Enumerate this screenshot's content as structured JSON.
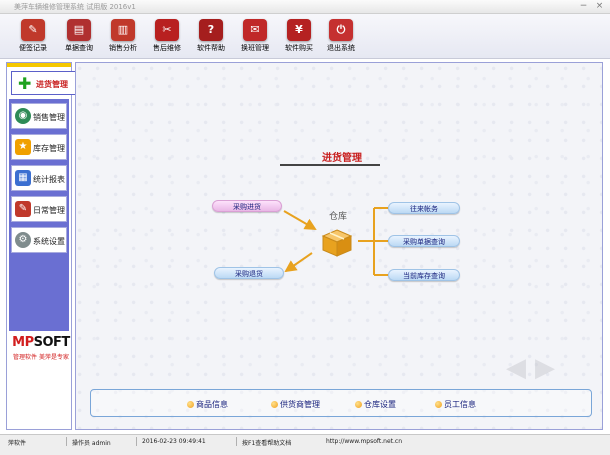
{
  "window": {
    "title": "美萍车辆维修管理系统 试用版 2016v1",
    "controls": {
      "minimize": "−",
      "close": "×"
    }
  },
  "toolbar": {
    "buttons": [
      {
        "label": "便签记录",
        "icon": "note-icon",
        "glyph": "✎",
        "color": "#c0392b"
      },
      {
        "label": "单据查询",
        "icon": "document-search-icon",
        "glyph": "▤",
        "color": "#b03030"
      },
      {
        "label": "销售分析",
        "icon": "bar-chart-icon",
        "glyph": "▥",
        "color": "#c0392b"
      },
      {
        "label": "售后维修",
        "icon": "wrench-icon",
        "glyph": "✂",
        "color": "#b82020"
      },
      {
        "label": "软件帮助",
        "icon": "help-icon",
        "glyph": "?",
        "color": "#a51e1e"
      },
      {
        "label": "换班管理",
        "icon": "shift-icon",
        "glyph": "✉",
        "color": "#c02828"
      },
      {
        "label": "软件购买",
        "icon": "yen-icon",
        "glyph": "¥",
        "color": "#b52222"
      },
      {
        "label": "退出系统",
        "icon": "exit-icon",
        "glyph": "⏻",
        "color": "#c53030"
      }
    ]
  },
  "sidebar": {
    "active": {
      "label": "进货管理",
      "icon": "plus-icon",
      "glyph": "✚"
    },
    "items": [
      {
        "label": "销售管理",
        "icon": "globe-icon",
        "glyph": "◉",
        "color": "#2e8b57"
      },
      {
        "label": "库存管理",
        "icon": "star-icon",
        "glyph": "★",
        "color": "#f0a000"
      },
      {
        "label": "统计报表",
        "icon": "report-icon",
        "glyph": "▦",
        "color": "#3b6fd1"
      },
      {
        "label": "日常管理",
        "icon": "tools-icon",
        "glyph": "✎",
        "color": "#c0392b"
      },
      {
        "label": "系统设置",
        "icon": "gear-icon",
        "glyph": "⚙",
        "color": "#7f8c8d"
      }
    ],
    "brand": {
      "logo_main": "MP",
      "logo_rest": "SOFT",
      "slogan": "管理软件 美萍是专家"
    }
  },
  "main": {
    "section_title": "进货管理",
    "diagram": {
      "center_label": "仓库",
      "left_actions": [
        "采购进货",
        "采购退货"
      ],
      "right_actions": [
        "往来帐务",
        "采购单据查询",
        "当前库存查询"
      ]
    },
    "bottom_links": [
      "商品信息",
      "供货商管理",
      "仓库设置",
      "员工信息"
    ]
  },
  "statusbar": {
    "company": "萍软件",
    "operator": "操作员 admin",
    "datetime": "2016-02-23 09:49:41",
    "hint": "按F1查看帮助文档",
    "url": "http://www.mpsoft.net.cn"
  }
}
